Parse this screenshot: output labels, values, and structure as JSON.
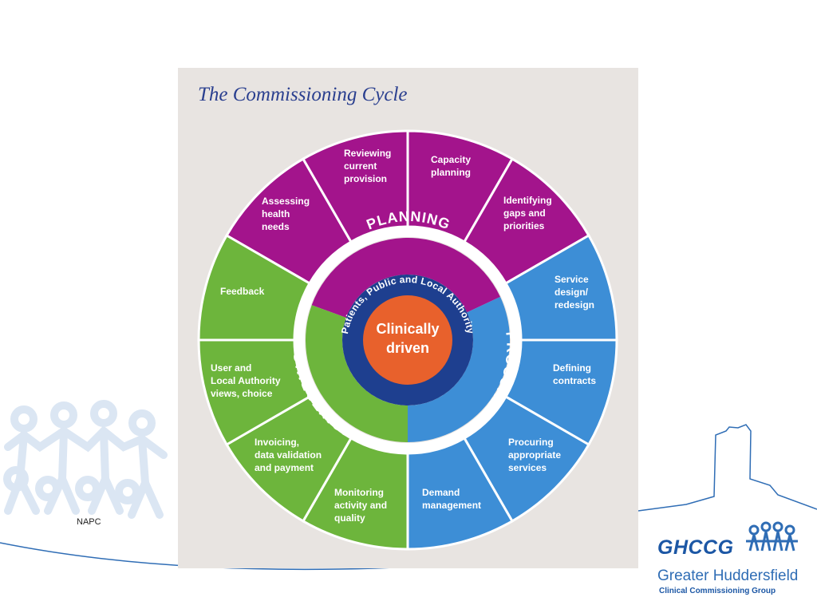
{
  "title": "The Commissioning Cycle",
  "center": {
    "line1": "Clinically",
    "line2": "driven"
  },
  "ring_text": "Patients, Public and Local Authority",
  "phases": {
    "planning": "PLANNING",
    "procurement": "PROCUREMENT",
    "monitoring": "MONITORING"
  },
  "segments": {
    "assessing": [
      "Assessing",
      "health",
      "needs"
    ],
    "reviewing": [
      "Reviewing",
      "current",
      "provision"
    ],
    "capacity": [
      "Capacity",
      "planning"
    ],
    "identifying": [
      "Identifying",
      "gaps and",
      "priorities"
    ],
    "service_design": [
      "Service",
      "design/",
      "redesign"
    ],
    "defining": [
      "Defining",
      "contracts"
    ],
    "procuring": [
      "Procuring",
      "appropriate",
      "services"
    ],
    "demand": [
      "Demand",
      "management"
    ],
    "monitoring_activity": [
      "Monitoring",
      "activity and",
      "quality"
    ],
    "invoicing": [
      "Invoicing,",
      "data validation",
      "and payment"
    ],
    "user_views": [
      "User and",
      "Local Authority",
      "views, choice"
    ],
    "feedback": [
      "Feedback"
    ]
  },
  "footer": {
    "napc": "NAPC",
    "logo_abbr": "GHCCG",
    "logo_name": "Greater Huddersfield",
    "logo_sub": "Clinical Commissioning Group"
  },
  "colors": {
    "planning": "#a3148c",
    "procurement": "#3d8ed6",
    "monitoring": "#6db53c",
    "ring": "#1e3f8f",
    "center": "#e8612c",
    "title": "#2a3f8f",
    "panel": "#e8e4e1"
  }
}
